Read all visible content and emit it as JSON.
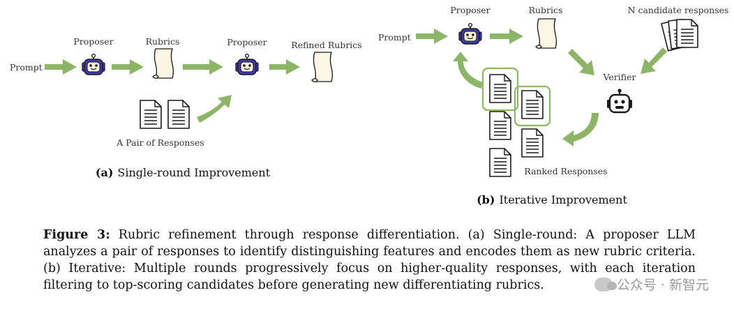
{
  "panel_a": {
    "prompt": "Prompt",
    "proposer_1": "Proposer",
    "rubrics": "Rubrics",
    "proposer_2": "Proposer",
    "refined_rubrics": "Refined Rubrics",
    "pair_of_responses": "A Pair of Responses",
    "subcaption_label": "(a)",
    "subcaption_text": "Single-round Improvement"
  },
  "panel_b": {
    "prompt": "Prompt",
    "proposer": "Proposer",
    "rubrics": "Rubrics",
    "candidates": "N candidate responses",
    "verifier": "Verifier",
    "ranked": "Ranked Responses",
    "subcaption_label": "(b)",
    "subcaption_text": "Iterative Improvement"
  },
  "caption": {
    "label": "Figure 3:",
    "line1": "Rubric refinement through response differentiation. (a) Single-round: A proposer LLM",
    "line2": "analyzes a pair of responses to identify distinguishing features and encodes them as new rubric criteria.",
    "line3": "(b) Iterative: Multiple rounds progressively focus on higher-quality responses, with each iteration",
    "line4": "filtering to top-scoring candidates before generating new differentiating rubrics."
  },
  "watermark": {
    "text": "公众号 · 新智元"
  },
  "colors": {
    "arrow": "#8db567",
    "robot_purple": "#3f3aa8",
    "robot_cream": "#f7f0d8",
    "rubric_fill": "#fbf6e4"
  }
}
